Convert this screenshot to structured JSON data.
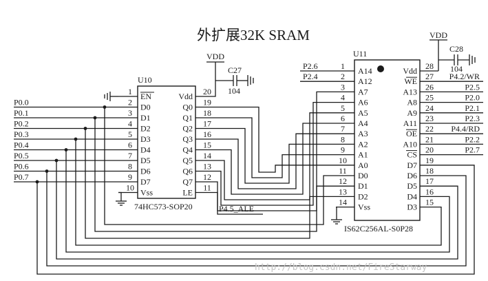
{
  "title": "外扩展32K SRAM",
  "watermark": "http://blog.csdn.net/FireStarway",
  "u10": {
    "ref": "U10",
    "part": "74HC573-SOP20",
    "vdd_label": "VDD",
    "cap_ref": "C27",
    "cap_val": "104",
    "left_pins": [
      {
        "num": "1",
        "label": "EN",
        "overline": true,
        "net": ""
      },
      {
        "num": "2",
        "label": "D0",
        "overline": false,
        "net": "P0.0"
      },
      {
        "num": "3",
        "label": "D1",
        "overline": false,
        "net": "P0.1"
      },
      {
        "num": "4",
        "label": "D2",
        "overline": false,
        "net": "P0.2"
      },
      {
        "num": "5",
        "label": "D3",
        "overline": false,
        "net": "P0.3"
      },
      {
        "num": "6",
        "label": "D4",
        "overline": false,
        "net": "P0.4"
      },
      {
        "num": "7",
        "label": "D5",
        "overline": false,
        "net": "P0.5"
      },
      {
        "num": "8",
        "label": "D6",
        "overline": false,
        "net": "P0.6"
      },
      {
        "num": "9",
        "label": "D7",
        "overline": false,
        "net": "P0.7"
      },
      {
        "num": "10",
        "label": "Vss",
        "overline": false,
        "net": ""
      }
    ],
    "right_pins": [
      {
        "num": "20",
        "label": "Vdd",
        "overline": false,
        "net": ""
      },
      {
        "num": "19",
        "label": "Q0",
        "overline": false,
        "net": ""
      },
      {
        "num": "18",
        "label": "Q1",
        "overline": false,
        "net": ""
      },
      {
        "num": "17",
        "label": "Q2",
        "overline": false,
        "net": ""
      },
      {
        "num": "16",
        "label": "Q3",
        "overline": false,
        "net": ""
      },
      {
        "num": "15",
        "label": "Q4",
        "overline": false,
        "net": ""
      },
      {
        "num": "14",
        "label": "Q5",
        "overline": false,
        "net": ""
      },
      {
        "num": "13",
        "label": "Q6",
        "overline": false,
        "net": ""
      },
      {
        "num": "12",
        "label": "Q7",
        "overline": false,
        "net": ""
      },
      {
        "num": "11",
        "label": "LE",
        "overline": false,
        "net": "P4.5_ALE"
      }
    ]
  },
  "u11": {
    "ref": "U11",
    "part": "IS62C256AL-S0P28",
    "vdd_label": "VDD",
    "cap_ref": "C28",
    "cap_val": "104",
    "left_pins": [
      {
        "num": "1",
        "label": "A14",
        "overline": false,
        "net": "P2.6"
      },
      {
        "num": "2",
        "label": "A12",
        "overline": false,
        "net": "P2.4"
      },
      {
        "num": "3",
        "label": "A7",
        "overline": false,
        "net": ""
      },
      {
        "num": "4",
        "label": "A6",
        "overline": false,
        "net": ""
      },
      {
        "num": "5",
        "label": "A5",
        "overline": false,
        "net": ""
      },
      {
        "num": "6",
        "label": "A4",
        "overline": false,
        "net": ""
      },
      {
        "num": "7",
        "label": "A3",
        "overline": false,
        "net": ""
      },
      {
        "num": "8",
        "label": "A2",
        "overline": false,
        "net": ""
      },
      {
        "num": "9",
        "label": "A1",
        "overline": false,
        "net": ""
      },
      {
        "num": "10",
        "label": "A0",
        "overline": false,
        "net": ""
      },
      {
        "num": "11",
        "label": "D0",
        "overline": false,
        "net": ""
      },
      {
        "num": "12",
        "label": "D1",
        "overline": false,
        "net": ""
      },
      {
        "num": "13",
        "label": "D2",
        "overline": false,
        "net": ""
      },
      {
        "num": "14",
        "label": "Vss",
        "overline": false,
        "net": ""
      }
    ],
    "right_pins": [
      {
        "num": "28",
        "label": "Vdd",
        "overline": false,
        "net": ""
      },
      {
        "num": "27",
        "label": "WE",
        "overline": true,
        "net": "P4.2/WR"
      },
      {
        "num": "26",
        "label": "A13",
        "overline": false,
        "net": "P2.5"
      },
      {
        "num": "25",
        "label": "A8",
        "overline": false,
        "net": "P2.0"
      },
      {
        "num": "24",
        "label": "A9",
        "overline": false,
        "net": "P2.1"
      },
      {
        "num": "23",
        "label": "A11",
        "overline": false,
        "net": "P2.3"
      },
      {
        "num": "22",
        "label": "OE",
        "overline": true,
        "net": "P4.4/RD"
      },
      {
        "num": "21",
        "label": "A10",
        "overline": false,
        "net": "P2.2"
      },
      {
        "num": "20",
        "label": "CS",
        "overline": true,
        "net": "P2.7"
      },
      {
        "num": "19",
        "label": "D7",
        "overline": false,
        "net": ""
      },
      {
        "num": "18",
        "label": "D6",
        "overline": false,
        "net": ""
      },
      {
        "num": "17",
        "label": "D5",
        "overline": false,
        "net": ""
      },
      {
        "num": "16",
        "label": "D4",
        "overline": false,
        "net": ""
      },
      {
        "num": "15",
        "label": "D3",
        "overline": false,
        "net": ""
      }
    ]
  }
}
